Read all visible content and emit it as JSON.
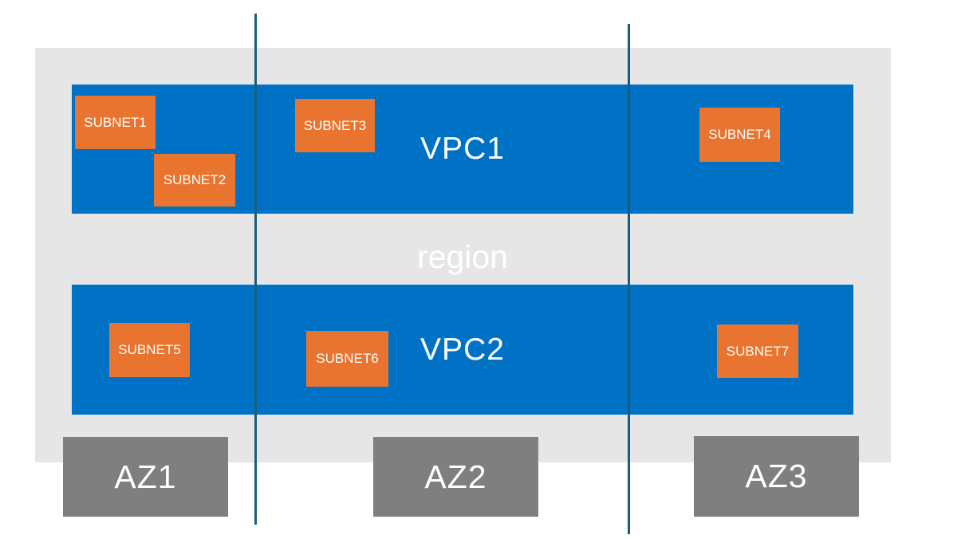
{
  "diagram": {
    "region": {
      "label": "region"
    },
    "vpcs": [
      {
        "label": "VPC1"
      },
      {
        "label": "VPC2"
      }
    ],
    "subnets": [
      {
        "label": "SUBNET1"
      },
      {
        "label": "SUBNET2"
      },
      {
        "label": "SUBNET3"
      },
      {
        "label": "SUBNET4"
      },
      {
        "label": "SUBNET5"
      },
      {
        "label": "SUBNET6"
      },
      {
        "label": "SUBNET7"
      }
    ],
    "availability_zones": [
      {
        "label": "AZ1"
      },
      {
        "label": "AZ2"
      },
      {
        "label": "AZ3"
      }
    ]
  },
  "colors": {
    "vpc_blue": "#0072C6",
    "subnet_orange": "#E8742F",
    "az_gray": "#7F7F7F",
    "region_gray": "#E6E6E6",
    "divider_teal": "#1B5C7C",
    "label_white": "#FFFFFF",
    "page_background": "#FFFFFF"
  }
}
